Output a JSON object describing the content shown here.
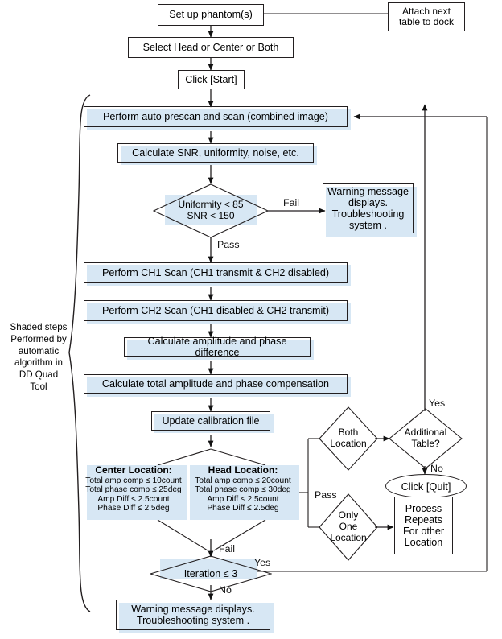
{
  "diagram": {
    "type": "flowchart",
    "title": "DD Quad Tool calibration flowchart",
    "accent_shade": "#d7e7f4",
    "line_color": "#231f20"
  },
  "nodes": {
    "setup_phantoms": "Set up phantom(s)",
    "attach_next_table": "Attach next\ntable to dock",
    "select_location": "Select Head or Center or Both",
    "click_start": "Click [Start]",
    "auto_prescan": "Perform auto prescan and scan (combined image)",
    "calc_snr": "Calculate SNR, uniformity, noise, etc.",
    "uniformity_check": "Uniformity < 85\nSNR < 150",
    "warning_top": "Warning message\ndisplays.\nTroubleshooting\nsystem .",
    "ch1_scan": "Perform CH1 Scan (CH1 transmit & CH2 disabled)",
    "ch2_scan": "Perform CH2 Scan (CH1 disabled & CH2 transmit)",
    "calc_amp_phase_diff": "Calculate amplitude and phase difference",
    "calc_total_comp": "Calculate total amplitude and phase compensation",
    "update_cal_file": "Update calibration file",
    "center_location_title": "Center Location:",
    "center_location_lines": "Total amp comp ≤ 10count\nTotal phase comp ≤ 25deg\nAmp Diff ≤ 2.5count\nPhase Diff ≤ 2.5deg",
    "head_location_title": "Head Location:",
    "head_location_lines": "Total amp comp ≤ 20count\nTotal phase comp ≤ 30deg\nAmp Diff ≤ 2.5count\nPhase Diff ≤ 2.5deg",
    "both_location": "Both\nLocation",
    "additional_table": "Additional\nTable?",
    "click_quit": "Click [Quit]",
    "only_one_location": "Only\nOne\nLocation",
    "process_repeats": "Process\nRepeats\nFor other\nLocation",
    "iteration_check": "Iteration ≤ 3",
    "warning_bottom": "Warning message displays.\nTroubleshooting system ."
  },
  "edge_labels": {
    "fail_top": "Fail",
    "pass_top": "Pass",
    "yes_additional": "Yes",
    "no_additional": "No",
    "pass_right": "Pass",
    "fail_iteration": "Fail",
    "yes_iteration": "Yes",
    "no_iteration": "No"
  },
  "annotations": {
    "shaded_note": "Shaded steps\nPerformed by\nautomatic\nalgorithm in\nDD Quad\nTool"
  }
}
